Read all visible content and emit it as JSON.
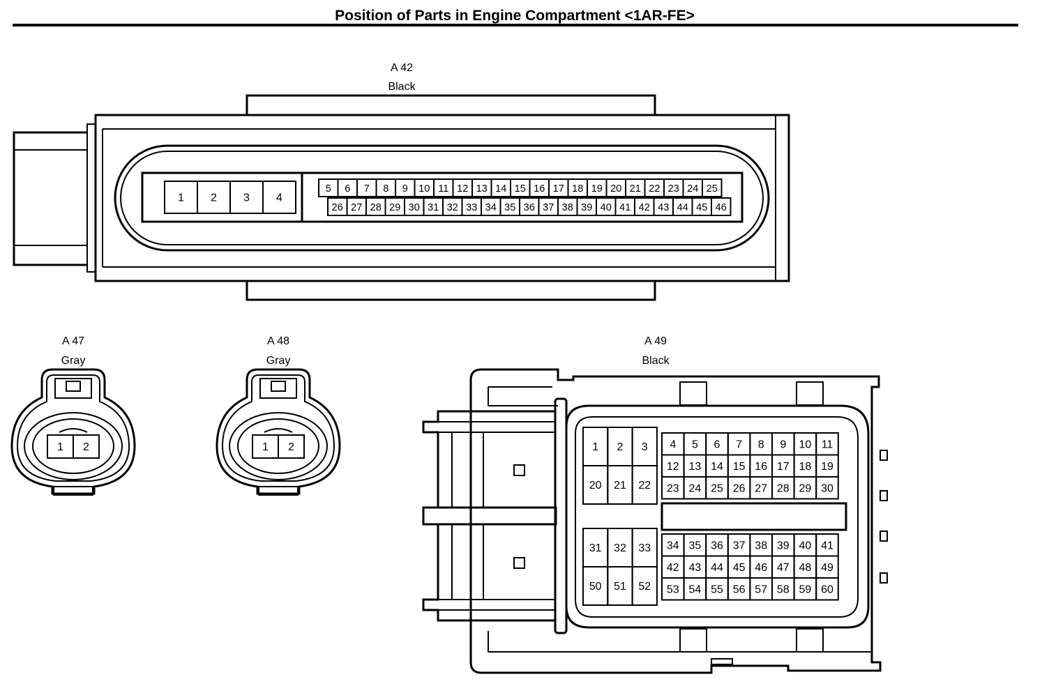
{
  "page": {
    "title": "Position of Parts in Engine Compartment <1AR-FE>"
  },
  "connectors": {
    "a42": {
      "code": "A 42",
      "color": "Black",
      "pins_large": [
        "1",
        "2",
        "3",
        "4"
      ],
      "pins_top": [
        "5",
        "6",
        "7",
        "8",
        "9",
        "10",
        "11",
        "12",
        "13",
        "14",
        "15",
        "16",
        "17",
        "18",
        "19",
        "20",
        "21",
        "22",
        "23",
        "24",
        "25"
      ],
      "pins_bottom": [
        "26",
        "27",
        "28",
        "29",
        "30",
        "31",
        "32",
        "33",
        "34",
        "35",
        "36",
        "37",
        "38",
        "39",
        "40",
        "41",
        "42",
        "43",
        "44",
        "45",
        "46"
      ]
    },
    "a47": {
      "code": "A 47",
      "color": "Gray",
      "pins": [
        "1",
        "2"
      ]
    },
    "a48": {
      "code": "A 48",
      "color": "Gray",
      "pins": [
        "1",
        "2"
      ]
    },
    "a49": {
      "code": "A 49",
      "color": "Black",
      "block_left_upper": [
        [
          "1",
          "2",
          "3"
        ],
        [
          "20",
          "21",
          "22"
        ]
      ],
      "block_right_upper": [
        [
          "4",
          "5",
          "6",
          "7",
          "8",
          "9",
          "10",
          "11"
        ],
        [
          "12",
          "13",
          "14",
          "15",
          "16",
          "17",
          "18",
          "19"
        ],
        [
          "23",
          "24",
          "25",
          "26",
          "27",
          "28",
          "29",
          "30"
        ]
      ],
      "block_left_lower": [
        [
          "31",
          "32",
          "33"
        ],
        [
          "50",
          "51",
          "52"
        ]
      ],
      "block_right_lower": [
        [
          "34",
          "35",
          "36",
          "37",
          "38",
          "39",
          "40",
          "41"
        ],
        [
          "42",
          "43",
          "44",
          "45",
          "46",
          "47",
          "48",
          "49"
        ],
        [
          "53",
          "54",
          "55",
          "56",
          "57",
          "58",
          "59",
          "60"
        ]
      ]
    }
  }
}
